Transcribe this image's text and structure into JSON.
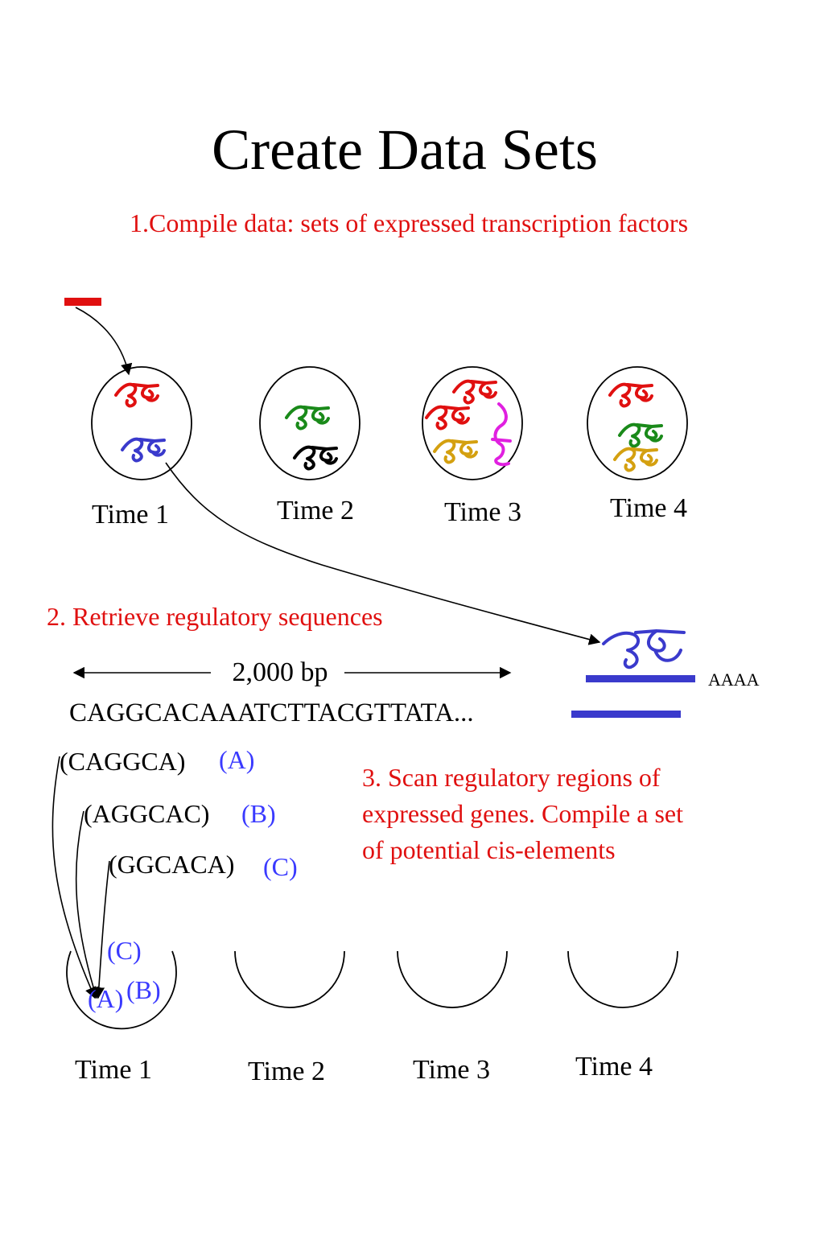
{
  "title": "Create Data Sets",
  "steps": {
    "step1": "1.Compile data: sets of expressed transcription factors",
    "step2": "2. Retrieve regulatory sequences",
    "step3_line1": "3. Scan regulatory regions of",
    "step3_line2": "expressed genes. Compile a set",
    "step3_line3": "of potential cis-elements"
  },
  "top_times": [
    "Time 1",
    "Time 2",
    "Time 3",
    "Time 4"
  ],
  "bottom_times": [
    "Time 1",
    "Time 2",
    "Time 3",
    "Time 4"
  ],
  "sequence": {
    "length_label": "2,000 bp",
    "bases": "CAGGCACAAATCTTACGTTATA...",
    "polya": "AAAA"
  },
  "motifs": [
    {
      "seq": "(CAGGCA)",
      "tag": "(A)"
    },
    {
      "seq": "(AGGCAC)",
      "tag": "(B)"
    },
    {
      "seq": "(GGCACA)",
      "tag": "(C)"
    }
  ],
  "cell_tags": [
    "(C)",
    "(A)",
    "(B)"
  ],
  "colors": {
    "red": "#e01010",
    "blue": "#3a3acc",
    "green": "#1a8a1a",
    "black": "#000000",
    "magenta": "#e020e0",
    "gold": "#d4a010",
    "tag_blue": "#3a3aff"
  }
}
